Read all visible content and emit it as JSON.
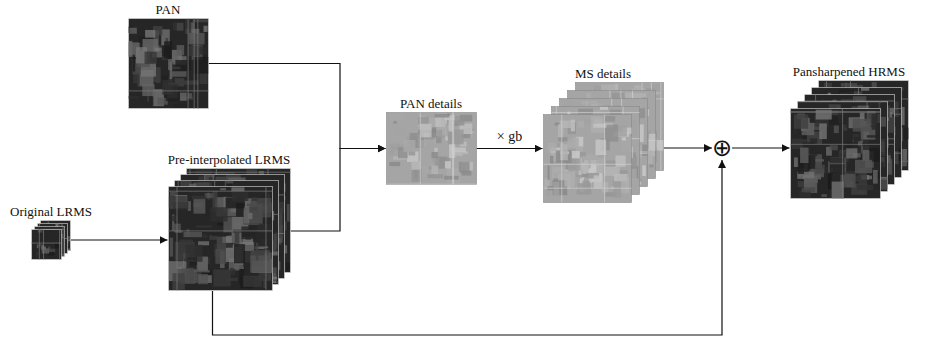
{
  "diagram": {
    "nodes": [
      {
        "text": [
          "PAN"
        ]
      },
      {
        "text": [
          "Original LRMS"
        ]
      },
      {
        "text": [
          "Pre-interpolated LRMS"
        ]
      },
      {
        "text": [
          "PAN details"
        ]
      },
      {
        "text": [
          "MS details"
        ]
      },
      {
        "text": [
          "⊕"
        ]
      },
      {
        "text": [
          "Pansharpened HRMS"
        ]
      }
    ],
    "edges": [
      {
        "from": 0,
        "to": 3,
        "arrow": "to"
      },
      {
        "from": 1,
        "to": 2,
        "arrow": "to"
      },
      {
        "from": 2,
        "to": 3,
        "arrow": "to"
      },
      {
        "from": 3,
        "to": 4,
        "label": "× gb",
        "arrow": "to"
      },
      {
        "from": 4,
        "to": 5,
        "arrow": "to"
      },
      {
        "from": 5,
        "to": 6,
        "arrow": "to"
      },
      {
        "from": 2,
        "to": 5,
        "arrow": "to"
      }
    ]
  }
}
